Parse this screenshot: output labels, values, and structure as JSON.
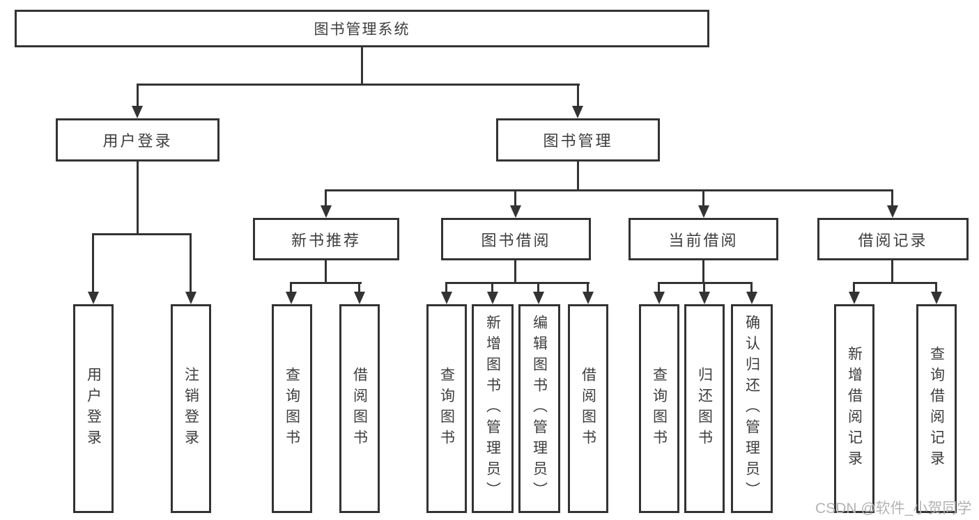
{
  "colors": {
    "line": "#333333",
    "box_border": "#333333",
    "text": "#3d3d3d",
    "watermark": "#b3b3b3",
    "background": "#ffffff"
  },
  "nodes": {
    "root": "图书管理系统",
    "level2": [
      "用户登录",
      "图书管理"
    ],
    "level3": [
      "新书推荐",
      "图书借阅",
      "当前借阅",
      "借阅记录"
    ],
    "leaves_user_login": [
      "用户登录",
      "注销登录"
    ],
    "leaves_new_book": [
      "查询图书",
      "借阅图书"
    ],
    "leaves_book_borrow": [
      "查询图书",
      "新增图书（管理员）",
      "编辑图书（管理员）",
      "借阅图书"
    ],
    "leaves_current_borrow": [
      "查询图书",
      "归还图书",
      "确认归还（管理员）"
    ],
    "leaves_borrow_record": [
      "新增借阅记录",
      "查询借阅记录"
    ]
  },
  "watermark": "CSDN @软件_小贺同学"
}
